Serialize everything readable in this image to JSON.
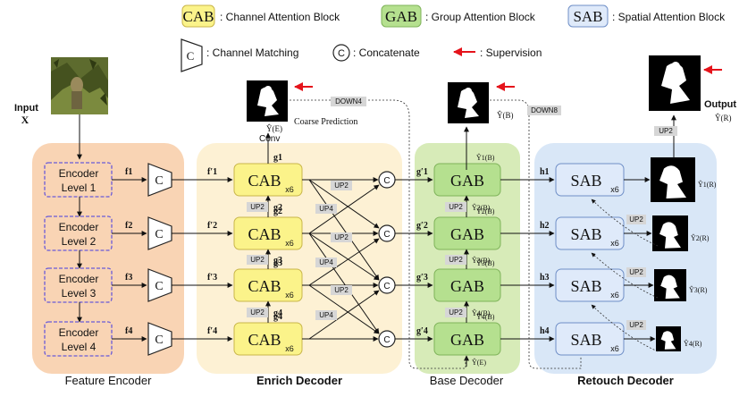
{
  "legend": {
    "cab_abbr": "CAB",
    "cab_text": ": Channel Attention Block",
    "gab_abbr": "GAB",
    "gab_text": ": Group Attention Block",
    "sab_abbr": "SAB",
    "sab_text": ": Spatial Attention Block",
    "channel_matching_glyph": "C",
    "channel_matching_text": ": Channel Matching",
    "concatenate_glyph": "C",
    "concatenate_text": ": Concatenate",
    "supervision_text": ": Supervision"
  },
  "input": {
    "label": "Input",
    "symbol": "X"
  },
  "output": {
    "label": "Output",
    "symbol": "Ŷ(R)"
  },
  "coarse_prediction": {
    "symbol": "Ŷ(E)",
    "text": "Coarse Prediction"
  },
  "base_prediction": {
    "symbol": "Ŷ(B)"
  },
  "conv_label": "Conv",
  "down4": "DOWN4",
  "down8": "DOWN8",
  "up2": "UP2",
  "up4": "UP4",
  "x6": "x6",
  "encoder": {
    "title": "Feature Encoder",
    "levels": [
      {
        "line1": "Encoder",
        "line2": "Level 1",
        "f": "f1",
        "fp": "f′1"
      },
      {
        "line1": "Encoder",
        "line2": "Level 2",
        "f": "f2",
        "fp": "f′2"
      },
      {
        "line1": "Encoder",
        "line2": "Level 3",
        "f": "f3",
        "fp": "f′3"
      },
      {
        "line1": "Encoder",
        "line2": "Level 4",
        "f": "f4",
        "fp": "f′4"
      }
    ],
    "cm_glyph": "C"
  },
  "enrich": {
    "title": "Enrich Decoder",
    "block": "CAB",
    "g": [
      "g1",
      "g2",
      "g3",
      "g4"
    ],
    "concat_glyph": "C"
  },
  "base": {
    "title": "Base Decoder",
    "block": "GAB",
    "gp": [
      "g′1",
      "g′2",
      "g′3",
      "g′4"
    ],
    "yb": [
      "Ŷ1(B)",
      "Ŷ2(B)",
      "Ŷ3(B)",
      "Ŷ4(B)"
    ],
    "ye_bottom": "Ŷ(E)"
  },
  "retouch": {
    "title": "Retouch Decoder",
    "block": "SAB",
    "h": [
      "h1",
      "h2",
      "h3",
      "h4"
    ],
    "yr": [
      "Ŷ1(R)",
      "Ŷ2(R)",
      "Ŷ3(R)",
      "Ŷ4(R)"
    ]
  },
  "colors": {
    "encoder_panel": "#f9d4b4",
    "enrich_panel": "#fdf1d4",
    "base_panel": "#d7ebb8",
    "retouch_panel": "#d9e7f7",
    "cab": "#fbf38a",
    "gab": "#b5e08f",
    "sab": "#dfeafa",
    "supervision": "#e5131b",
    "dashed": "#6a5ad8",
    "label_box": "#d6d6d6"
  }
}
